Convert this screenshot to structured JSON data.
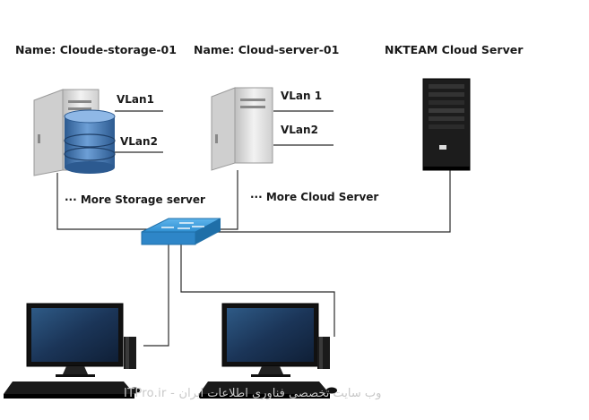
{
  "nodes": {
    "storage_server": {
      "name": "Name: Cloude-storage-01",
      "vlan1": "VLan1",
      "vlan2": "VLan2",
      "more": "··· More Storage server"
    },
    "cloud_server": {
      "name": "Name: Cloud-server-01",
      "vlan1": "VLan 1",
      "vlan2": "VLan2",
      "more": "··· More Cloud Server"
    },
    "nkteam_server": {
      "name": "NKTEAM Cloud Server"
    }
  },
  "watermark": "ITPro.ir - وب سایت تخصصی فناوری اطلاعات ایران",
  "icons": [
    "tower-server-icon",
    "database-icon",
    "network-switch-icon",
    "rack-server-icon",
    "desktop-computer-icon"
  ],
  "colors": {
    "line": "#2b2b2b",
    "switch": "#2f8fd2",
    "disk": "#3f6fa8",
    "server_case": "#d9d9d9"
  }
}
